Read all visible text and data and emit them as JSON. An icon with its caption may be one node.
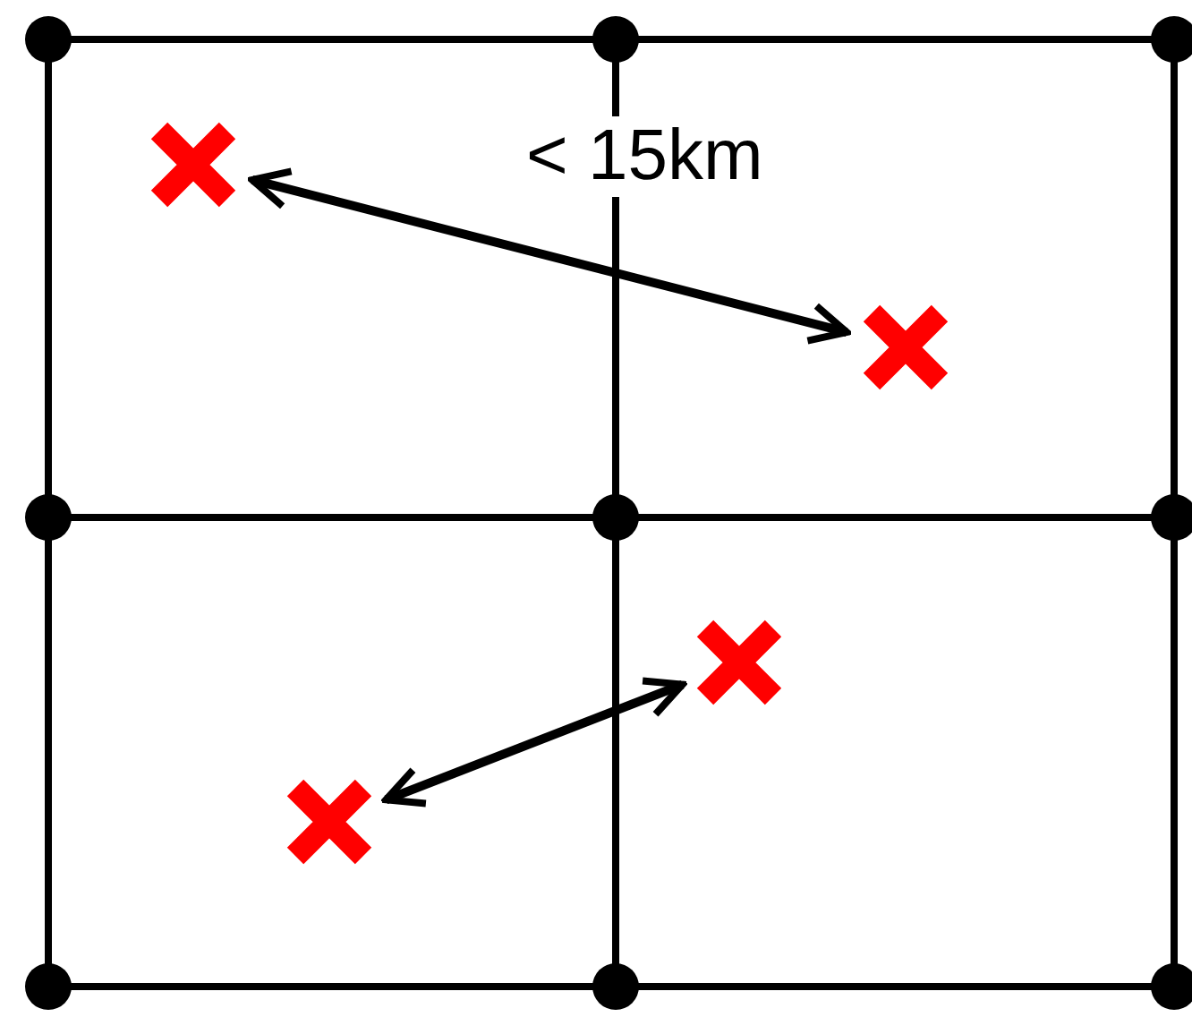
{
  "diagram": {
    "nodes": [
      {
        "text": [],
        "shape": "cross"
      },
      {
        "text": [],
        "shape": "cross"
      },
      {
        "text": [],
        "shape": "cross"
      },
      {
        "text": [],
        "shape": "cross"
      }
    ],
    "edges": [
      {
        "from": 0,
        "to": 1,
        "arrow": "both",
        "label": "< 15km"
      },
      {
        "from": 2,
        "to": 3,
        "arrow": "both"
      }
    ]
  }
}
